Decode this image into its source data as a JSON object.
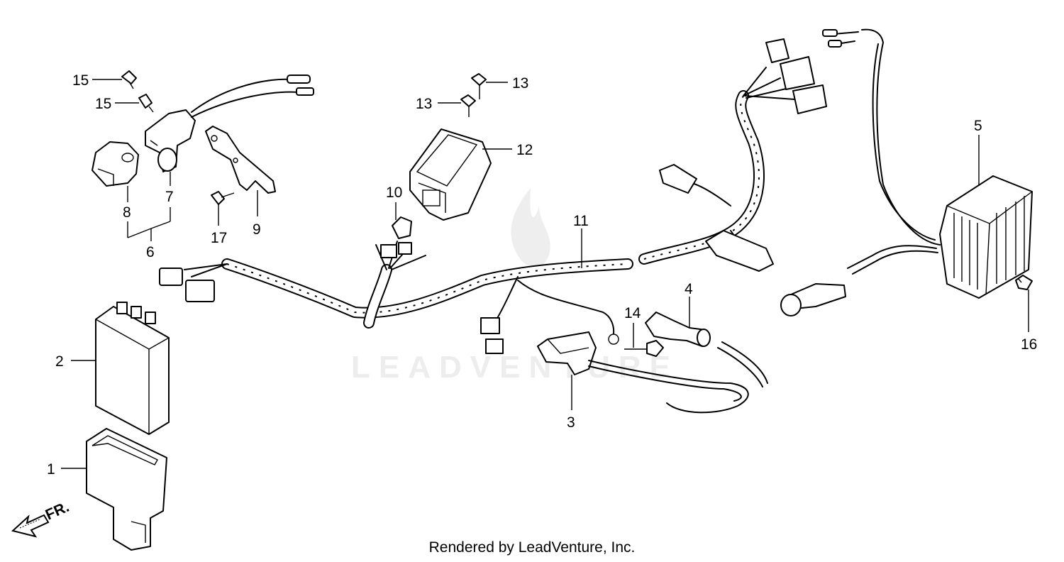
{
  "footer": "Rendered by LeadVenture, Inc.",
  "watermark": "LEADVENTURE",
  "front_indicator": "FR.",
  "callouts": {
    "c1": "1",
    "c2": "2",
    "c3": "3",
    "c4": "4",
    "c5": "5",
    "c6": "6",
    "c7": "7",
    "c8": "8",
    "c9": "9",
    "c10": "10",
    "c11": "11",
    "c12": "12",
    "c13a": "13",
    "c13b": "13",
    "c14": "14",
    "c15a": "15",
    "c15b": "15",
    "c16": "16",
    "c17": "17"
  },
  "colors": {
    "line": "#000000",
    "background": "#ffffff",
    "watermark": "#ededed"
  }
}
